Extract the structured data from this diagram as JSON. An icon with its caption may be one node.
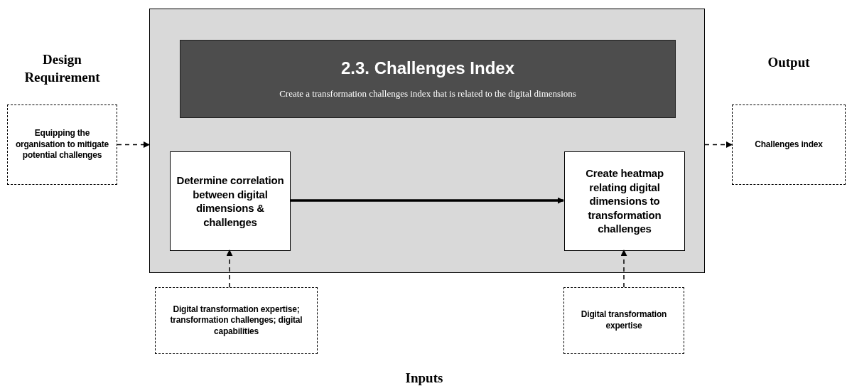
{
  "diagram": {
    "nodes": [
      {
        "text": [
          "Equipping the organisation to mitigate potential challenges"
        ]
      },
      {
        "text": [],
        "shape": "box"
      },
      {
        "text": [
          "2.3. Challenges Index",
          "Create a transformation challenges index that is related to the digital dimensions"
        ],
        "in": 1
      },
      {
        "text": [
          "Determine correlation between digital dimensions & challenges"
        ],
        "in": 1
      },
      {
        "text": [
          "Create heatmap relating digital dimensions to transformation challenges"
        ],
        "in": 1
      },
      {
        "text": [
          "Challenges index"
        ]
      },
      {
        "text": [
          "Digital transformation expertise; transformation challenges; digital capabilities"
        ]
      },
      {
        "text": [
          "Digital transformation expertise"
        ]
      }
    ],
    "edges": [
      {
        "from": 0,
        "to": 1,
        "arrow": "to",
        "style": "dashed"
      },
      {
        "from": 1,
        "to": 5,
        "arrow": "to",
        "style": "dashed"
      },
      {
        "from": 3,
        "to": 4,
        "arrow": "to",
        "style": "thick"
      },
      {
        "from": 6,
        "to": 3,
        "arrow": "to",
        "style": "dashed"
      },
      {
        "from": 7,
        "to": 4,
        "arrow": "to",
        "style": "dashed"
      }
    ],
    "labels": [
      "Design Requirement",
      "Output",
      "Inputs"
    ]
  }
}
